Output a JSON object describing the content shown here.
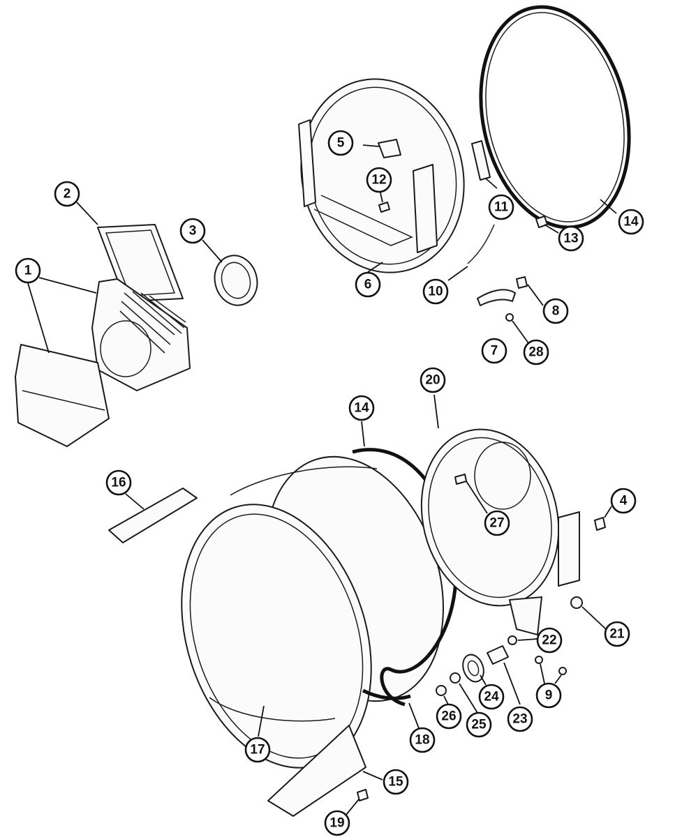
{
  "diagram": {
    "callouts": [
      {
        "id": "c1",
        "label": "1"
      },
      {
        "id": "c2",
        "label": "2"
      },
      {
        "id": "c3",
        "label": "3"
      },
      {
        "id": "c4",
        "label": "4"
      },
      {
        "id": "c5",
        "label": "5"
      },
      {
        "id": "c6",
        "label": "6"
      },
      {
        "id": "c7",
        "label": "7"
      },
      {
        "id": "c8",
        "label": "8"
      },
      {
        "id": "c9",
        "label": "9"
      },
      {
        "id": "c10",
        "label": "10"
      },
      {
        "id": "c11",
        "label": "11"
      },
      {
        "id": "c12",
        "label": "12"
      },
      {
        "id": "c13",
        "label": "13"
      },
      {
        "id": "c14a",
        "label": "14"
      },
      {
        "id": "c14b",
        "label": "14"
      },
      {
        "id": "c15",
        "label": "15"
      },
      {
        "id": "c16",
        "label": "16"
      },
      {
        "id": "c17",
        "label": "17"
      },
      {
        "id": "c18",
        "label": "18"
      },
      {
        "id": "c19",
        "label": "19"
      },
      {
        "id": "c20",
        "label": "20"
      },
      {
        "id": "c21",
        "label": "21"
      },
      {
        "id": "c22",
        "label": "22"
      },
      {
        "id": "c23",
        "label": "23"
      },
      {
        "id": "c24",
        "label": "24"
      },
      {
        "id": "c25",
        "label": "25"
      },
      {
        "id": "c26",
        "label": "26"
      },
      {
        "id": "c27",
        "label": "27"
      },
      {
        "id": "c28",
        "label": "28"
      }
    ]
  }
}
